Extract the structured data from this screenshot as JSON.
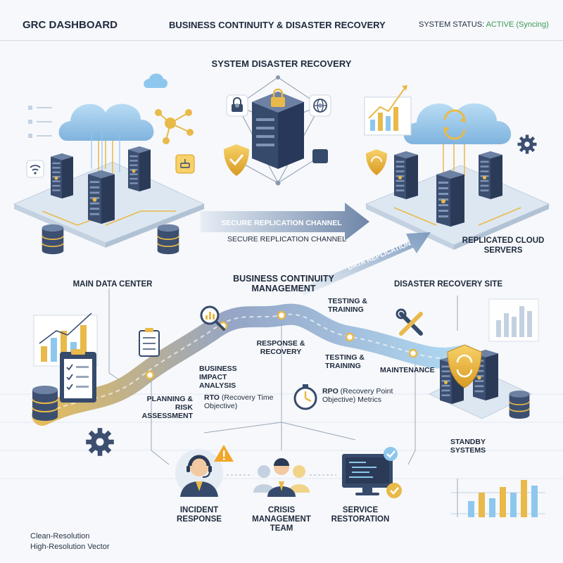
{
  "header": {
    "title": "GRC DASHBOARD",
    "subtitle": "BUSINESS CONTINUITY & DISASTER RECOVERY",
    "status_label": "SYSTEM STATUS:",
    "status_value": "ACTIVE (Syncing)"
  },
  "colors": {
    "accent": "#e9b949",
    "primary": "#364a6b",
    "light": "#8ec7ee",
    "status_ok": "#3a9a55",
    "alert": "#f2a72a"
  },
  "diagram": {
    "title": "SYSTEM DISASTER RECOVERY",
    "channel_arrow": "SECURE REPLICATION CHANNEL",
    "channel_label": "SECURE REPLICATION CHANNEL",
    "data_replication": "DATA REPLICATION",
    "main_data_center": "MAIN DATA CENTER",
    "replicated_cloud": "REPLICATED CLOUD SERVERS",
    "dr_site": "DISASTER RECOVERY SITE",
    "bcm": "BUSINESS CONTINUITY MANAGEMENT",
    "stages": {
      "planning": "PLANNING & RISK ASSESSMENT",
      "bia": "BUSINESS IMPACT ANALYSIS",
      "rto": "RTO (Recovery Time Objective)",
      "response": "RESPONSE & RECOVERY",
      "testing_upper": "TESTING & TRAINING",
      "testing_lower": "TESTING & TRAINING",
      "maintenance": "MAINTENANCE",
      "rpo": "RPO (Recovery Point Objective) Metrics"
    },
    "standby": "STANDBY SYSTEMS",
    "teams": {
      "incident": "INCIDENT RESPONSE",
      "crisis": "CRISIS MANAGEMENT TEAM",
      "service": "SERVICE RESTORATION"
    }
  },
  "footer": {
    "line1": "Clean-Resolution",
    "line2": "High-Resolution Vector"
  },
  "icons": [
    "cloud-icon",
    "server-rack-icon",
    "database-icon",
    "lock-icon",
    "globe-icon",
    "shield-check-icon",
    "sync-icon",
    "wifi-icon",
    "network-icon",
    "bar-chart-icon",
    "magnifier-chart-icon",
    "clipboard-checklist-icon",
    "tools-icon",
    "gear-icon",
    "stopwatch-icon",
    "headset-agent-icon",
    "warning-icon",
    "team-icon",
    "monitor-code-icon",
    "check-badge-icon"
  ]
}
